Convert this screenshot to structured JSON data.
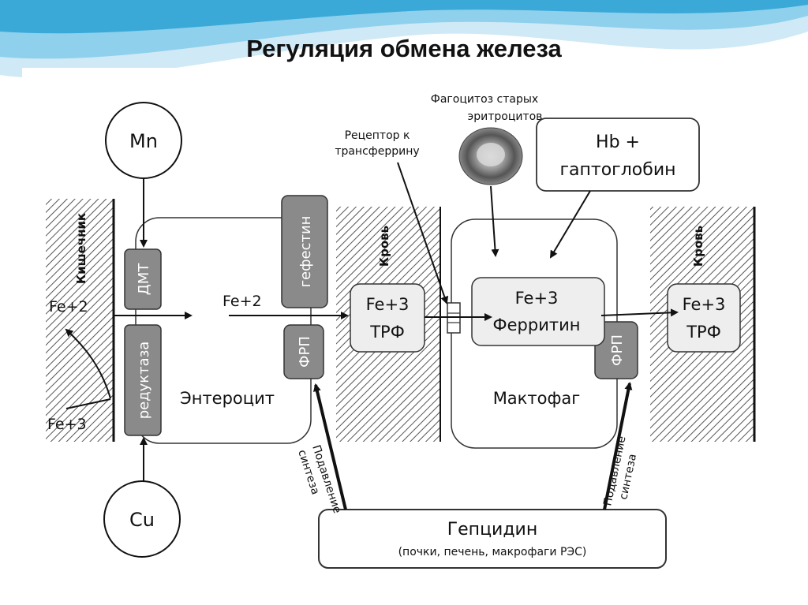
{
  "title": "Регуляция обмена железа",
  "colors": {
    "background": "#ffffff",
    "wave_light": "#cfe9f6",
    "wave_mid": "#8fd0ec",
    "wave_dark": "#3aa9d8",
    "transporter_fill": "#8a8a8a",
    "box_fill": "#eeeeee"
  },
  "diagram": {
    "mn": "Mn",
    "cu": "Cu",
    "intestine": "Кишечник",
    "blood_left": "Кровь",
    "blood_right": "Кровь",
    "dmt": "ДМТ",
    "reductase": "редуктаза",
    "hephaestin": "гефестин",
    "frp_left": "ФРП",
    "frp_right": "ФРП",
    "fe2_lumen": "Fe+2",
    "fe3_lumen": "Fe+3",
    "fe2_cell": "Fe+2",
    "enterocyte": "Энтероцит",
    "macrophage": "Мактофаг",
    "trf_left": {
      "line1": "Fe+3",
      "line2": "ТРФ"
    },
    "trf_right": {
      "line1": "Fe+3",
      "line2": "ТРФ"
    },
    "ferritin": {
      "line1": "Fe+3",
      "line2": "Ферритин"
    },
    "receptor": {
      "line1": "Рецептор к",
      "line2": "трансферрину"
    },
    "phagocytosis": {
      "line1": "Фагоцитоз старых",
      "line2": "эритроцитов"
    },
    "hb": {
      "line1": "Hb +",
      "line2": "гаптоглобин"
    },
    "suppress_left": {
      "line1": "Подавление",
      "line2": "синтеза"
    },
    "suppress_right": {
      "line1": "Подавление",
      "line2": "синтеза"
    },
    "hepcidin": {
      "name": "Гепцидин",
      "source": "(почки, печень, макрофаги РЭС)"
    }
  }
}
